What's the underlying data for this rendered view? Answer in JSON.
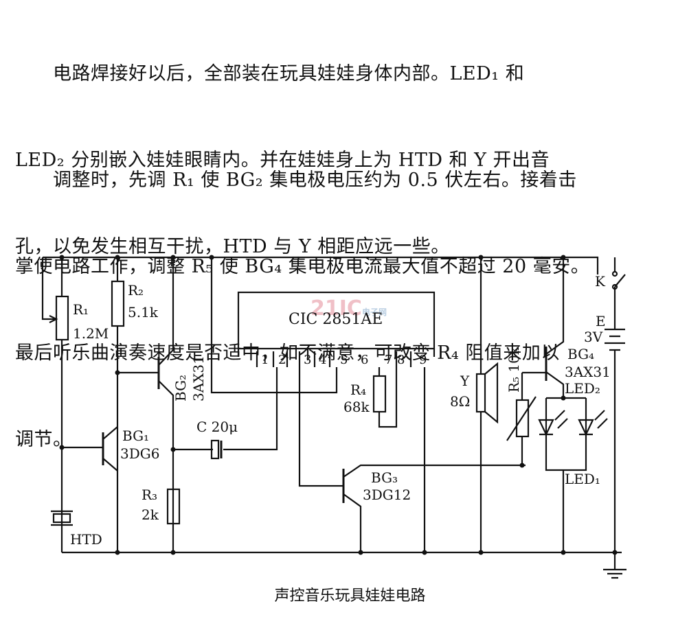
{
  "text": {
    "p1": [
      "　　电路焊接好以后，全部装在玩具娃娃身体内部。LED₁ 和",
      "LED₂ 分别嵌入娃娃眼睛内。并在娃娃身上为 HTD 和 Y 开出音",
      "孔，以免发生相互干扰，HTD 与 Y 相距应远一些。"
    ],
    "p2": [
      "　　调整时，先调 R₁ 使 BG₂ 集电极电压约为 0.5 伏左右。接着击",
      "掌使电路工作，调整 R₅ 使 BG₄ 集电极电流最大值不超过 20 毫安。",
      "最后听乐曲演奏速度是否适中，如不满意，可改变 R₄ 阻值来加以",
      "调节。"
    ]
  },
  "diagram": {
    "caption": "声控音乐玩具娃娃电路",
    "watermark": "21IC",
    "watermark_sub": "电子网",
    "ic": {
      "label": "CIC 2851AE",
      "pins": [
        "1",
        "2",
        "3",
        "4",
        "5",
        "6",
        "7",
        "8",
        "9"
      ]
    },
    "labels": {
      "r1": "R₁",
      "r1v": "1.2M",
      "r2": "R₂",
      "r2v": "5.1k",
      "r3": "R₃",
      "r3v": "2k",
      "r4": "R₄",
      "r4v": "68k",
      "r5": "R₅ 10k",
      "c": "C 20μ",
      "bg1": "BG₁",
      "bg1t": "3DG6",
      "bg2": "BG₂",
      "bg2t": "3AX31",
      "bg3": "BG₃",
      "bg3t": "3DG12",
      "bg4": "BG₄",
      "bg4t": "3AX31",
      "htd": "HTD",
      "y": "Y",
      "yv": "8Ω",
      "led1": "LED₁",
      "led2": "LED₂",
      "k": "K",
      "e": "E",
      "ev": "3V"
    }
  }
}
